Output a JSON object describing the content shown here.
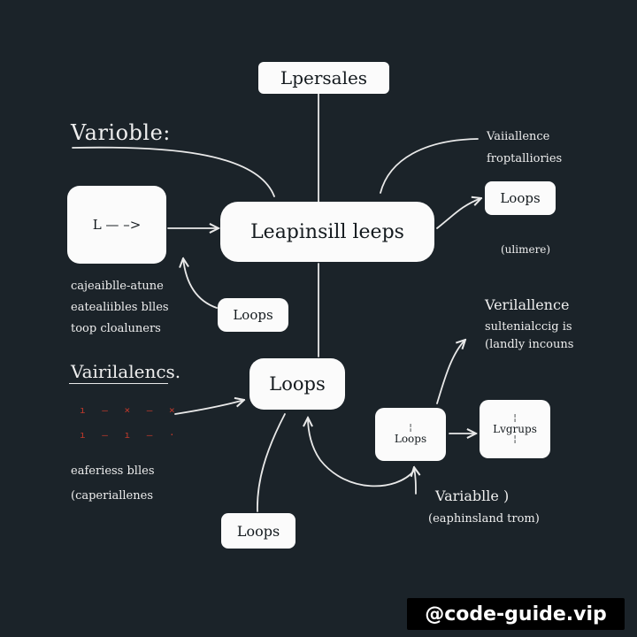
{
  "nodes": {
    "top": "Lpersales",
    "center": "Leapinsill leeps",
    "arrow_box": "L — –>",
    "loops_right_top": "Loops",
    "loops_left": "Loops",
    "loops_mid": "Loops",
    "loops_small": "Loops",
    "lvgrups": "Lvgrups",
    "loops_bottom": "Loops"
  },
  "labels": {
    "variable_heading": "Varioble:",
    "variablencs_heading": "Vairilalencs.",
    "right_top_line1": "Vaiiallence",
    "right_top_line2": "froptalliories",
    "ulimere": "(ulimere)",
    "left_line1": "cajeaiblle-atune",
    "left_line2": "eatealiibles blles",
    "left_line3": "toop cloaluners",
    "right_mid_heading": "Verilallence",
    "right_mid_line1": "sultenialccig is",
    "right_mid_line2": "(landly incouns",
    "left_bottom_line1": "eaferiess blles",
    "left_bottom_line2": "(caperiallenes",
    "variable_bottom": "Variablle )",
    "variable_bottom_sub": "(eaphinsland trom)"
  },
  "red_marks": {
    "row1": "ı – × – ×",
    "row2": "ı – ı – ·"
  },
  "watermark": "@code-guide.vip",
  "colors": {
    "background": "#1b2329",
    "node_fill": "#fbfbfb",
    "line": "#e9e9e9",
    "red_marks": "#c0392b"
  }
}
